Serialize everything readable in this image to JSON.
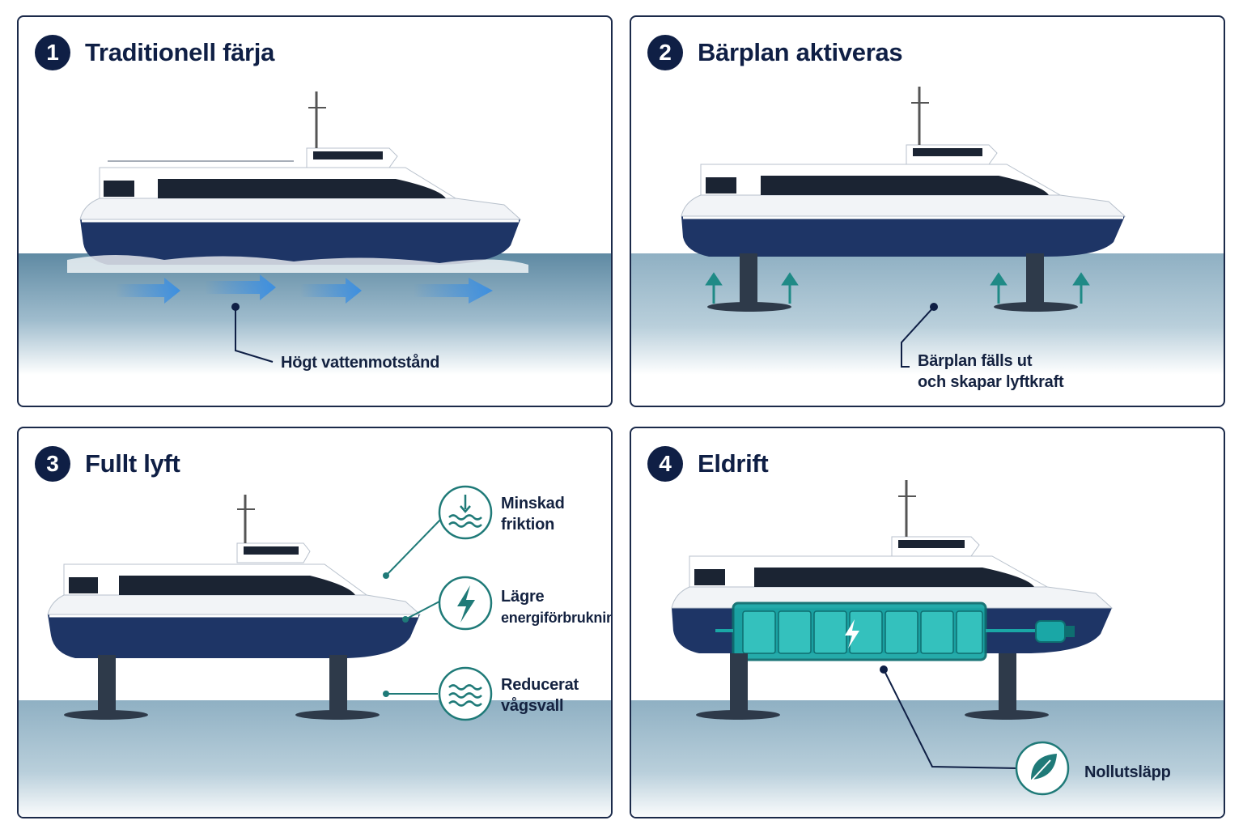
{
  "colors": {
    "navy": "#0f1f45",
    "hull_blue": "#1e3566",
    "teal": "#1f8a86",
    "water": "#8fb2c6",
    "arrow_blue": "#3d8fe0"
  },
  "panels": [
    {
      "number": "1",
      "title": "Traditionell färja",
      "labels": [
        "Högt vattenmotstånd"
      ]
    },
    {
      "number": "2",
      "title": "Bärplan aktiveras",
      "labels": [
        "Bärplan fälls ut",
        "och skapar lyftkraft"
      ]
    },
    {
      "number": "3",
      "title": "Fullt lyft",
      "callouts": [
        {
          "icon": "water-down-arrow-icon",
          "line1": "Minskad",
          "line2": "friktion"
        },
        {
          "icon": "lightning-bolt-icon",
          "line1": "Lägre",
          "line2": "energiförbrukning"
        },
        {
          "icon": "waves-icon",
          "line1": "Reducerat",
          "line2": "vågsvall"
        }
      ]
    },
    {
      "number": "4",
      "title": "Eldrift",
      "labels": [
        "Nollutsläpp"
      ],
      "icon": "leaf-icon"
    }
  ]
}
